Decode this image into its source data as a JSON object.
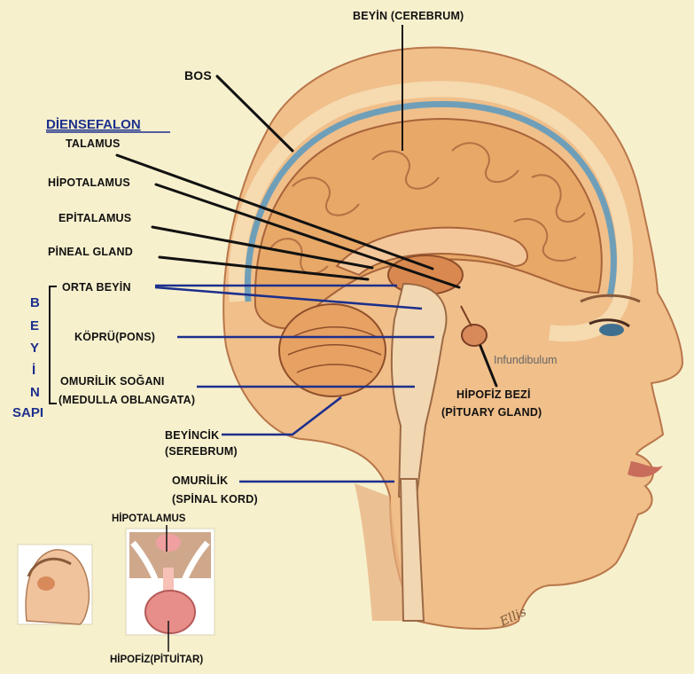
{
  "labels": {
    "beyin": "BEYİN (CEREBRUM)",
    "bos": "BOS",
    "diensefalon": "DİENSEFALON",
    "talamus": "TALAMUS",
    "hipotalamus": "HİPOTALAMUS",
    "epitalamus": "EPİTALAMUS",
    "pineal": "PİNEAL GLAND",
    "orta_beyin": "ORTA BEYİN",
    "kopru": "KÖPRÜ(PONS)",
    "omurilik_sogani": "OMURİLİK SOĞANI",
    "medulla": "(MEDULLA OBLANGATA)",
    "beyincik": "BEYİNCİK",
    "serebrum": "(SEREBRUM)",
    "omurilik": "OMURİLİK",
    "spinal": "(SPİNAL KORD)",
    "hipofiz_bezi": "HİPOFİZ BEZİ",
    "pituary": "(PİTUARY GLAND)",
    "infundibulum": "Infundibulum",
    "inset_hipotalamus": "HİPOTALAMUS",
    "inset_hipofiz": "HİPOFİZ(PİTUİTAR)",
    "artist_signature": "Ellis"
  },
  "beyin_sapi_letters": [
    "B",
    "E",
    "Y",
    "İ",
    "N"
  ],
  "beyin_sapi_word": "SAPI",
  "colors": {
    "background": "#f7f0cd",
    "skin": "#f0bf8a",
    "brain": "#e7a868",
    "csf": "#6f9fb8",
    "label_blue": "#1c2f8c",
    "pointer_black": "#111111"
  }
}
